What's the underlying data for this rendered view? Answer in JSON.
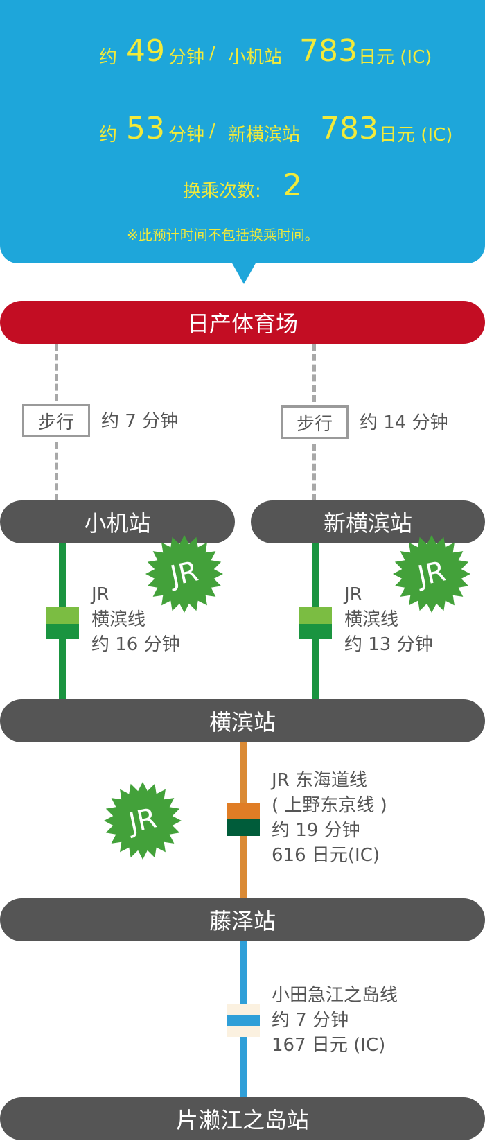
{
  "summary": {
    "route1": {
      "approx": "约",
      "minutes": "49",
      "min_unit": "分钟",
      "sep": "/",
      "station": "小机站",
      "fare": "783",
      "fare_unit": "日元 (IC)"
    },
    "route2": {
      "approx": "约",
      "minutes": "53",
      "min_unit": "分钟",
      "sep": "/",
      "station": "新横滨站",
      "fare": "783",
      "fare_unit": "日元 (IC)"
    },
    "transfers_label": "换乘次数:",
    "transfers_value": "2",
    "note": "※此预计时间不包括换乘时间。"
  },
  "origin": "日产体育场",
  "walk_left": {
    "label": "步行",
    "time": "约 7 分钟"
  },
  "walk_right": {
    "label": "步行",
    "time": "约 14 分钟"
  },
  "station_kozukue": "小机站",
  "station_shinyokohama": "新横滨站",
  "jr_badge": "JR",
  "leg_left": {
    "line1": "JR",
    "line2": "横滨线",
    "line3": "约 16 分钟"
  },
  "leg_right": {
    "line1": "JR",
    "line2": "横滨线",
    "line3": "约 13 分钟"
  },
  "station_yokohama": "横滨站",
  "leg_tokaido": {
    "line1": "JR 东海道线",
    "line2": "( 上野东京线 )",
    "line3": "约 19 分钟",
    "line4": "616 日元(IC)"
  },
  "station_fujisawa": "藤泽站",
  "leg_odakyu": {
    "line1": "小田急江之岛线",
    "line2": "约 7 分钟",
    "line3": "167 日元 (IC)"
  },
  "destination": "片濑江之岛站",
  "colors": {
    "summary_bg": "#1ea6da",
    "summary_text": "#f2ea3a",
    "origin_bar": "#c30d23",
    "station_bar": "#555555",
    "yokohama_line": "#1a9440",
    "yokohama_line_light": "#7bbd42",
    "tokaido_line": "#da8a35",
    "tokaido_chip_top": "#e07d25",
    "tokaido_chip_bottom": "#005c3a",
    "odakyu_line": "#2f9fd8",
    "jr_badge": "#43a13a"
  }
}
